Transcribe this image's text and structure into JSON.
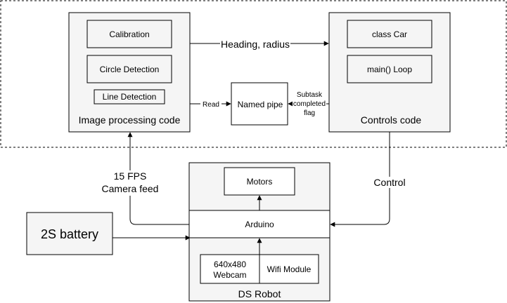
{
  "colors": {
    "stroke": "#000000",
    "container_fill": "#f5f5f5",
    "box_fill": "#ffffff",
    "text": "#000000"
  },
  "image_processing": {
    "title": "Image processing code",
    "calibration": "Calibration",
    "circle_detection": "Circle Detection",
    "line_detection": "Line Detection"
  },
  "controls": {
    "title": "Controls code",
    "class_car": "class Car",
    "main_loop": "main() Loop"
  },
  "named_pipe": "Named pipe",
  "edges": {
    "heading_radius": "Heading, radius",
    "read": "Read",
    "subtask_line1": "Subtask",
    "subtask_line2": "completed",
    "subtask_line3": "flag",
    "fps": "15 FPS",
    "camera_feed": "Camera feed",
    "control": "Control"
  },
  "robot": {
    "title": "DS Robot",
    "motors": "Motors",
    "arduino": "Arduino",
    "webcam_line1": "640x480",
    "webcam_line2": "Webcam",
    "wifi": "Wifi Module"
  },
  "battery": "2S battery"
}
